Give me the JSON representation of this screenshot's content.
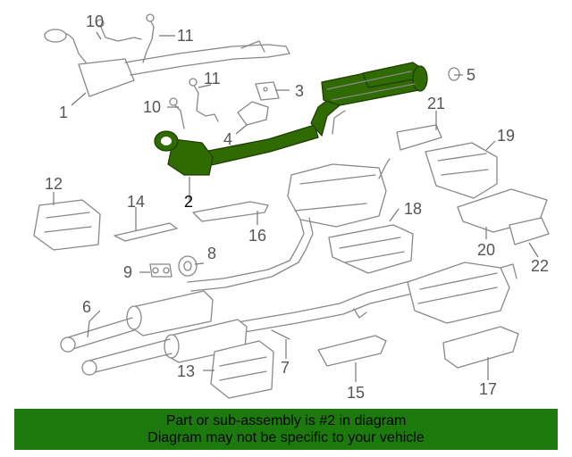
{
  "callouts": {
    "c1": "1",
    "c2": "2",
    "c3": "3",
    "c4": "4",
    "c5": "5",
    "c6": "6",
    "c7": "7",
    "c8": "8",
    "c9": "9",
    "c10a": "10",
    "c10b": "10",
    "c11a": "11",
    "c11b": "11",
    "c12": "12",
    "c13": "13",
    "c14": "14",
    "c15": "15",
    "c16": "16",
    "c17": "17",
    "c18": "18",
    "c19": "19",
    "c20": "20",
    "c21": "21",
    "c22": "22"
  },
  "colors": {
    "highlight": "#2f6b00",
    "banner": "#1c7a0c",
    "line": "#888888"
  },
  "footer": {
    "line1": "Part or sub-assembly is #2 in diagram",
    "line2": "Diagram may not be specific to your vehicle"
  }
}
